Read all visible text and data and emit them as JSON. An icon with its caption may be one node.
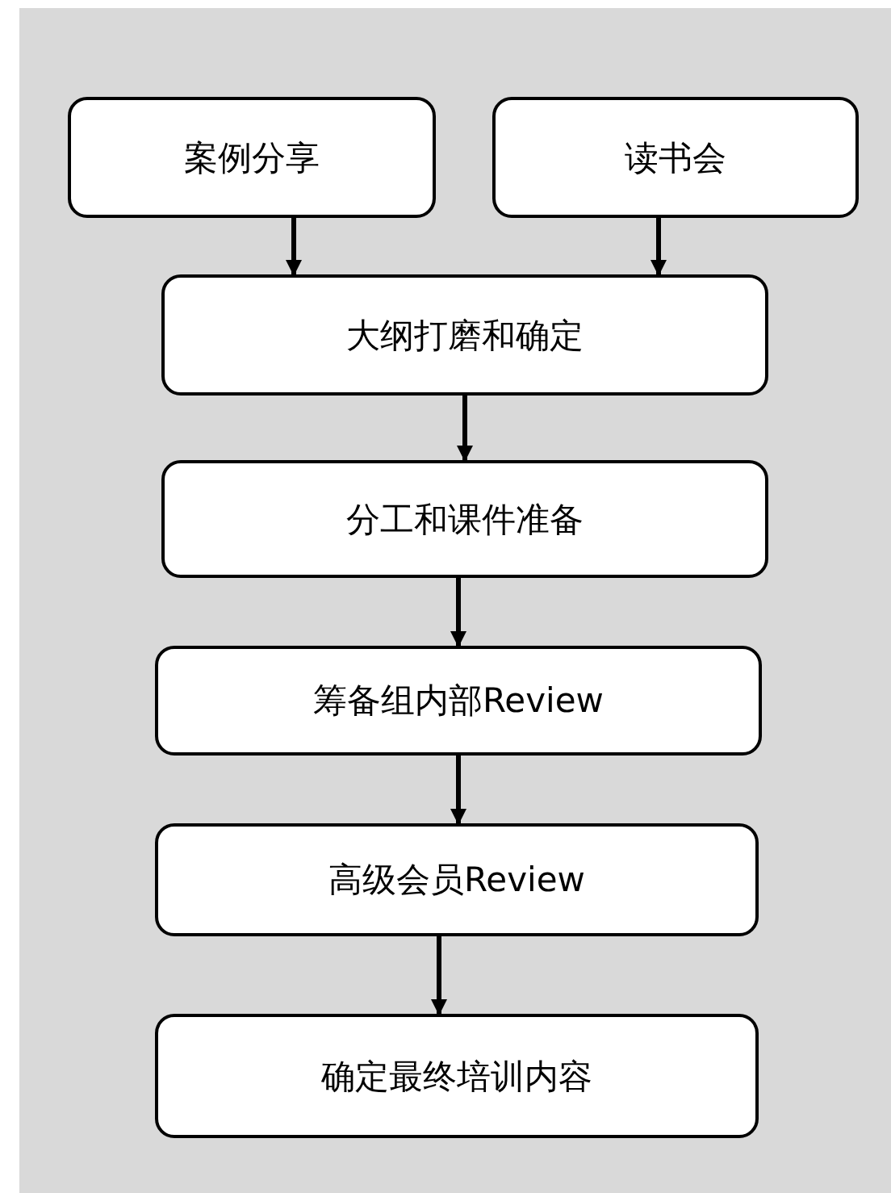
{
  "diagram": {
    "nodes": [
      {
        "text": [
          "案例分享"
        ]
      },
      {
        "text": [
          "读书会"
        ]
      },
      {
        "text": [
          "大纲打磨和确定"
        ]
      },
      {
        "text": [
          "分工和课件准备"
        ]
      },
      {
        "text": [
          "筹备组内部Review"
        ]
      },
      {
        "text": [
          "高级会员Review"
        ]
      },
      {
        "text": [
          "确定最终培训内容"
        ]
      }
    ],
    "edges": [
      {
        "from": 0,
        "to": 2,
        "arrow": "to"
      },
      {
        "from": 1,
        "to": 2,
        "arrow": "to"
      },
      {
        "from": 2,
        "to": 3,
        "arrow": "to"
      },
      {
        "from": 3,
        "to": 4,
        "arrow": "to"
      },
      {
        "from": 4,
        "to": 5,
        "arrow": "to"
      },
      {
        "from": 5,
        "to": 6,
        "arrow": "to"
      }
    ]
  }
}
